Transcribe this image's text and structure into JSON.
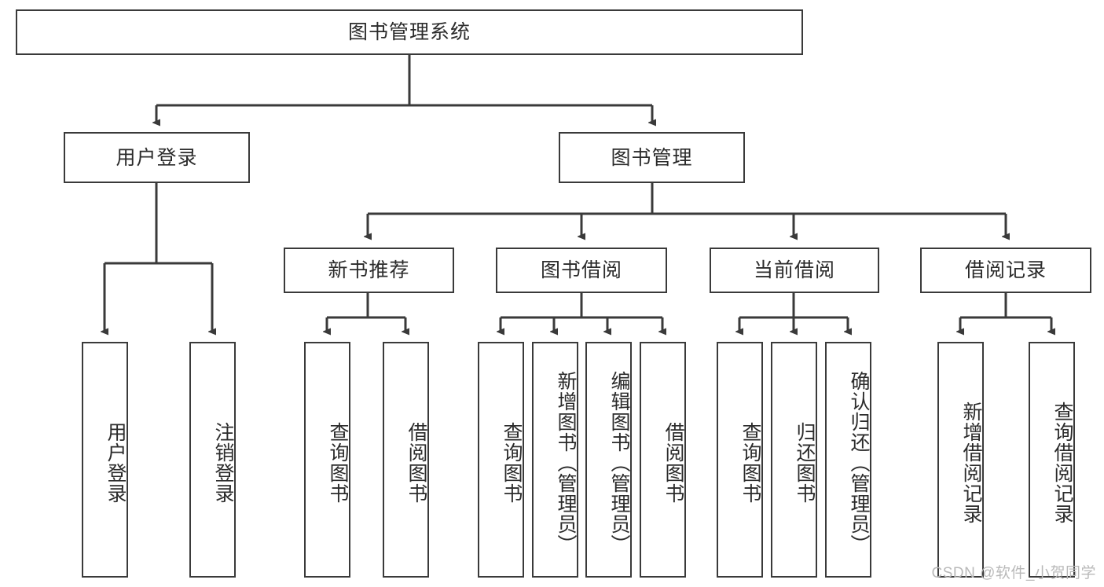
{
  "diagram": {
    "title": "图书管理系统",
    "type": "tree",
    "watermark": "CSDN @软件_小贺同学",
    "colors": {
      "box_border": "#3a3a3a",
      "box_fill": "#ffffff",
      "edge": "#3a3a3a",
      "text": "#2b2b2b",
      "watermark": "#b9b9b9",
      "background": "#ffffff"
    },
    "root": {
      "label": "图书管理系统"
    },
    "level2": [
      {
        "label": "用户登录"
      },
      {
        "label": "图书管理"
      }
    ],
    "level3": [
      {
        "label": "新书推荐"
      },
      {
        "label": "图书借阅"
      },
      {
        "label": "当前借阅"
      },
      {
        "label": "借阅记录"
      }
    ],
    "leaves": {
      "user_login": [
        {
          "label": "用户登录"
        },
        {
          "label": "注销登录"
        }
      ],
      "new_book": [
        {
          "label": "查询图书"
        },
        {
          "label": "借阅图书"
        }
      ],
      "book_borrow": [
        {
          "label": "查询图书"
        },
        {
          "label": "新增图书（管理员）"
        },
        {
          "label": "编辑图书（管理员）"
        },
        {
          "label": "借阅图书"
        }
      ],
      "current_borrow": [
        {
          "label": "查询图书"
        },
        {
          "label": "归还图书"
        },
        {
          "label": "确认归还（管理员）"
        }
      ],
      "borrow_record": [
        {
          "label": "新增借阅记录"
        },
        {
          "label": "查询借阅记录"
        }
      ]
    }
  }
}
